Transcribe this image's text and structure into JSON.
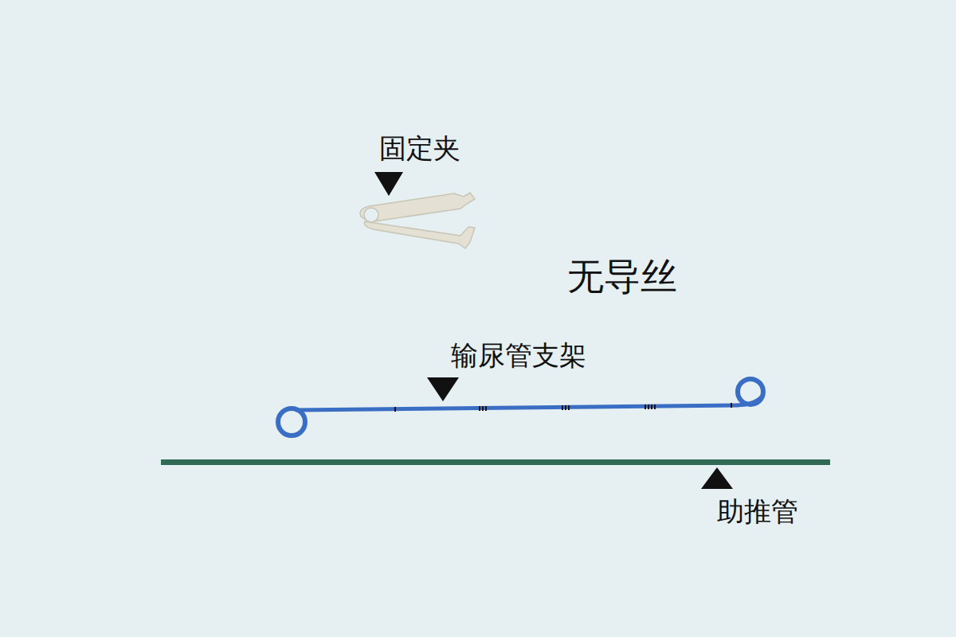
{
  "diagram": {
    "labels": [
      "固定夹",
      "无导丝",
      "输尿管支架",
      "助推管"
    ]
  }
}
